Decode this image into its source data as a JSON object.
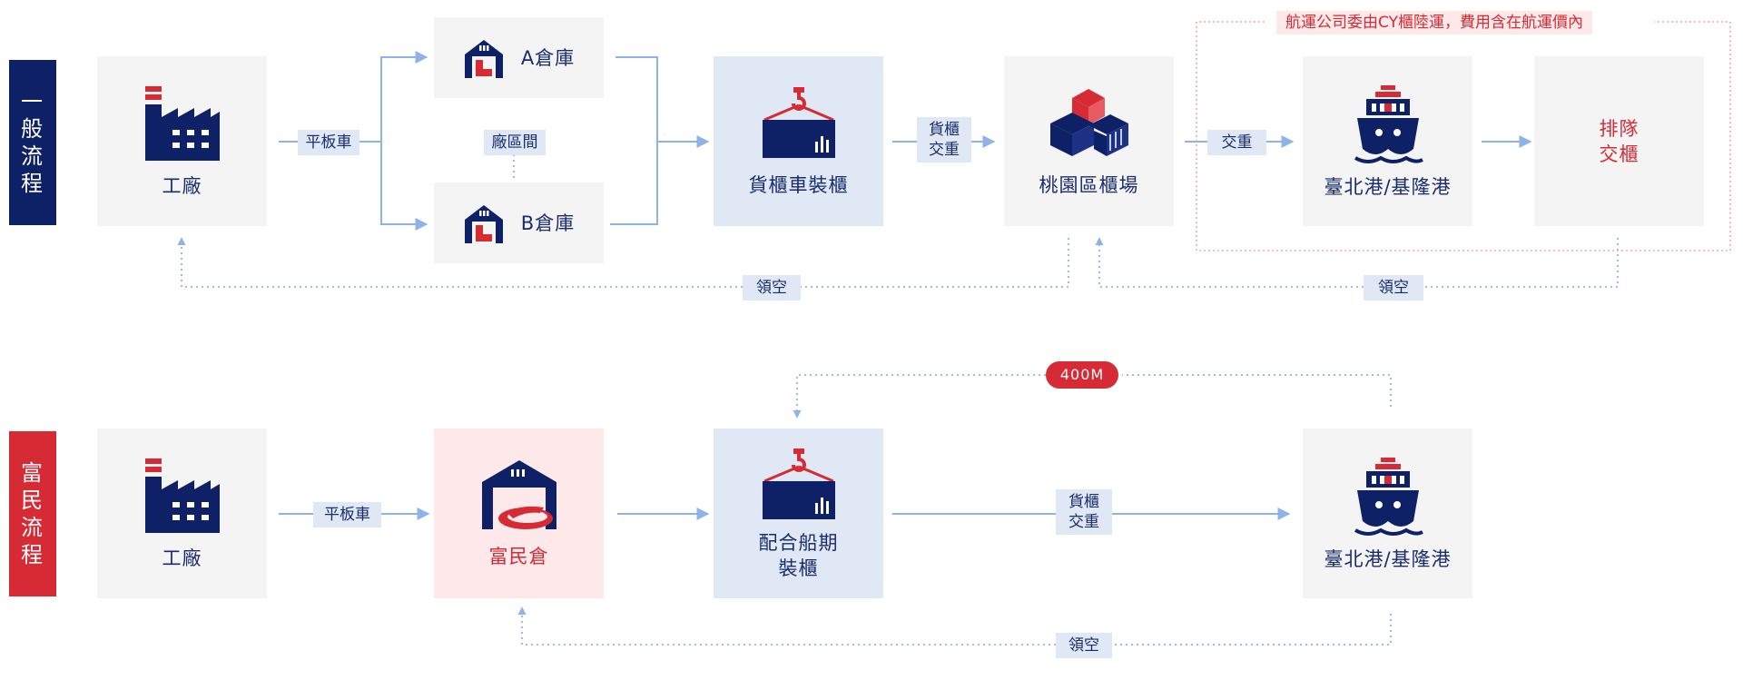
{
  "general": {
    "label_chars": [
      "一",
      "般",
      "流",
      "程"
    ],
    "factory": "工廠",
    "transport1": "平板車",
    "warehouse_a": "A倉庫",
    "warehouse_b": "B倉庫",
    "between": "廠區間",
    "loading": "貨櫃車裝櫃",
    "exchange1": [
      "貨櫃",
      "交重"
    ],
    "yard": "桃園區櫃場",
    "exchange2": "交重",
    "port": "臺北港/基隆港",
    "queue": [
      "排隊",
      "交櫃"
    ],
    "note": "航運公司委由CY櫃陸運，費用含在航運價內",
    "empty1": "領空",
    "empty2": "領空"
  },
  "fumin": {
    "label_chars": [
      "富",
      "民",
      "流",
      "程"
    ],
    "factory": "工廠",
    "transport1": "平板車",
    "warehouse": "富民倉",
    "loading": [
      "配合船期",
      "裝櫃"
    ],
    "exchange": [
      "貨櫃",
      "交重"
    ],
    "port": "臺北港/基隆港",
    "distance": "400M",
    "empty": "領空"
  },
  "colors": {
    "navy": "#0f2166",
    "red": "#d62b35",
    "arrow": "#8fb3e8",
    "box_gray": "#f4f4f5",
    "box_blue": "#dfe8f4",
    "box_pink": "#fde8ea"
  },
  "icons": [
    "factory-icon",
    "warehouse-icon",
    "crane-container-icon",
    "stacked-containers-icon",
    "ship-icon",
    "fumin-warehouse-icon"
  ]
}
